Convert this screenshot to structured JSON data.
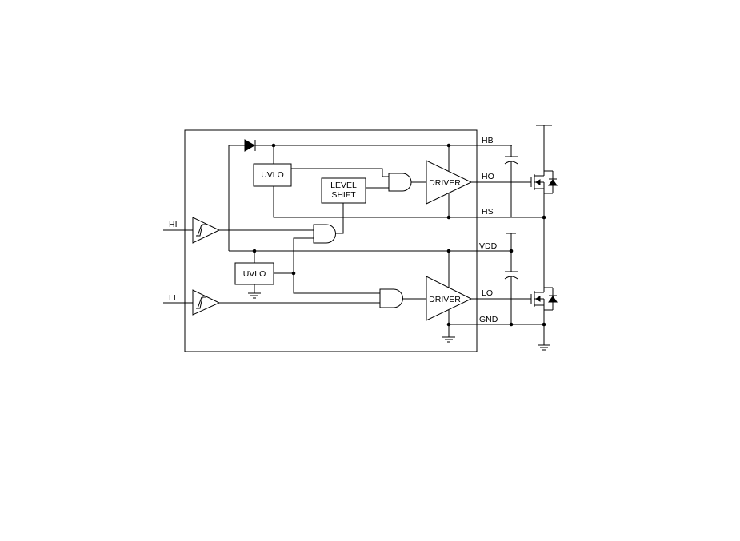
{
  "pins": {
    "hb": "HB",
    "ho": "HO",
    "hs": "HS",
    "vdd": "VDD",
    "lo": "LO",
    "gnd": "GND",
    "hi": "HI",
    "li": "LI"
  },
  "blocks": {
    "uvlo_high": "UVLO",
    "uvlo_low": "UVLO",
    "level_shift_line1": "LEVEL",
    "level_shift_line2": "SHIFT",
    "driver_high": "DRIVER",
    "driver_low": "DRIVER"
  }
}
